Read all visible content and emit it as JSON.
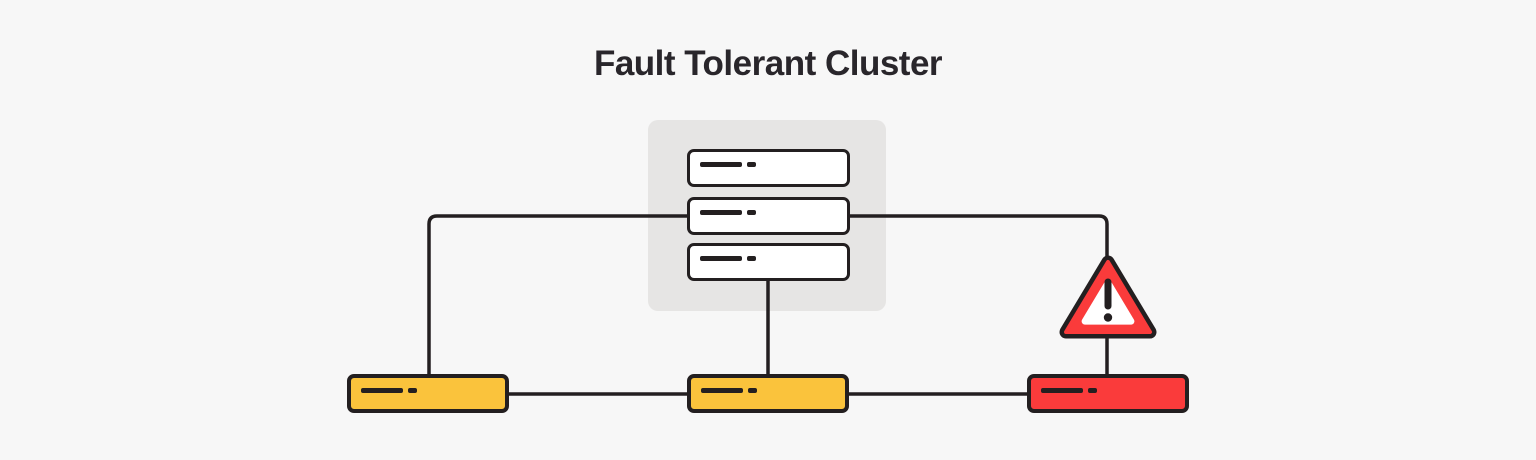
{
  "title": "Fault Tolerant Cluster",
  "colors": {
    "background": "#f7f7f7",
    "panel": "#e6e5e4",
    "line": "#231f20",
    "server-fill": "#ffffff",
    "node-healthy": "#fac33c",
    "node-failed": "#fa3b3b",
    "warning-red": "#fa3b3b"
  },
  "cluster": {
    "panel_name": "cluster-server-group",
    "servers": [
      {
        "name": "server-1"
      },
      {
        "name": "server-2"
      },
      {
        "name": "server-3"
      }
    ]
  },
  "nodes": [
    {
      "name": "node-1",
      "status": "healthy"
    },
    {
      "name": "node-2",
      "status": "healthy"
    },
    {
      "name": "node-3",
      "status": "failed"
    }
  ],
  "icons": {
    "warning": "warning-triangle-icon"
  }
}
